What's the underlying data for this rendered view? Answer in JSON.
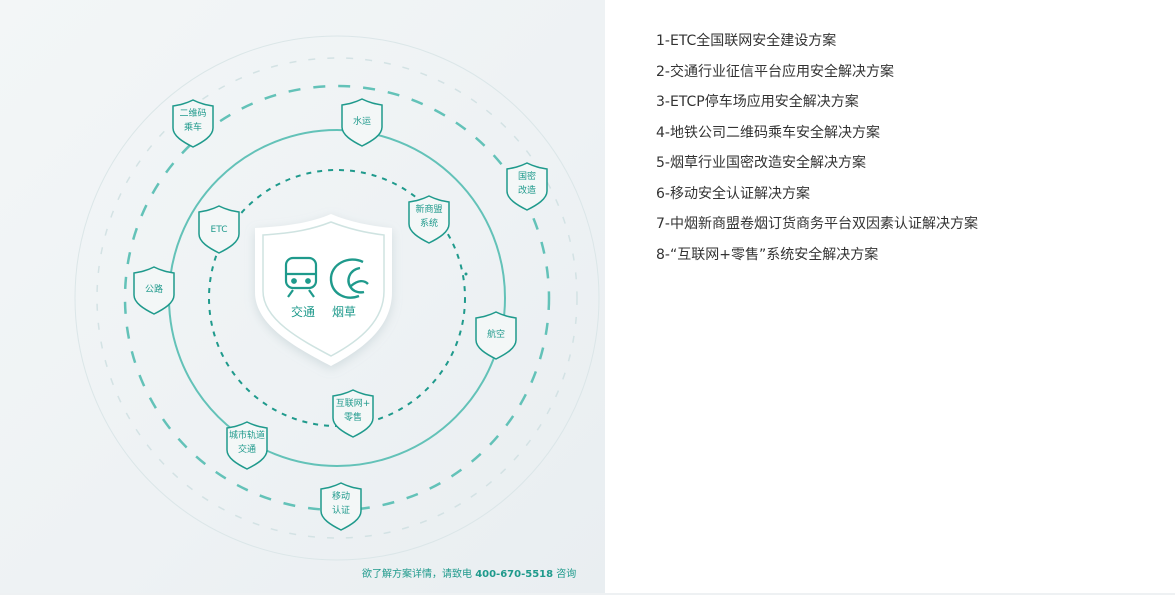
{
  "diagram": {
    "core": {
      "label_traffic": "交通",
      "label_tobacco": "烟草"
    },
    "badges": {
      "etc": [
        "ETC"
      ],
      "qrcode_ride": [
        "二维码",
        "乘车"
      ],
      "water_transport": [
        "水运"
      ],
      "national_crypto": [
        "国密",
        "改造"
      ],
      "new_business_system": [
        "新商盟",
        "系统"
      ],
      "highway": [
        "公路"
      ],
      "aviation": [
        "航空"
      ],
      "internet_retail": [
        "互联网+",
        "零售"
      ],
      "urban_rail": [
        "城市轨道",
        "交通"
      ],
      "mobile_auth": [
        "移动",
        "认证"
      ]
    },
    "accent_color": "#1f9a8c",
    "ring_color": "#63c2b8"
  },
  "contact": {
    "prefix": "欲了解方案详情，请致电",
    "phone": "400-670-5518",
    "suffix": "咨询"
  },
  "solutions": [
    "1-ETC全国联网安全建设方案",
    "2-交通行业征信平台应用安全解决方案",
    "3-ETCP停车场应用安全解决方案",
    "4-地铁公司二维码乘车安全解决方案",
    "5-烟草行业国密改造安全解决方案",
    "6-移动安全认证解决方案",
    "7-中烟新商盟卷烟订货商务平台双因素认证解决方案",
    "8-“互联网+零售”系统安全解决方案"
  ]
}
